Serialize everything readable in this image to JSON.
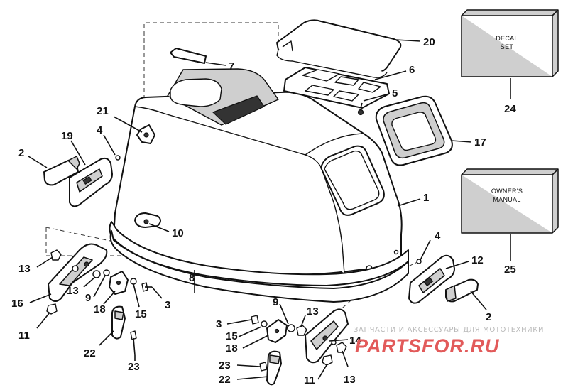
{
  "callouts": {
    "c20": "20",
    "c7": "7",
    "c6": "6",
    "c5": "5",
    "c24": "24",
    "c21": "21",
    "c4a": "4",
    "c19": "19",
    "c2a": "2",
    "c17": "17",
    "c1": "1",
    "c25": "25",
    "c10": "10",
    "c4b": "4",
    "c12": "12",
    "c2b": "2",
    "c13a": "13",
    "c16": "16",
    "c13b": "13",
    "c9a": "9",
    "c18a": "18",
    "c15a": "15",
    "c3a": "3",
    "c8": "8",
    "c11a": "11",
    "c22a": "22",
    "c23a": "23",
    "c9b": "9",
    "c13c": "13",
    "c3b": "3",
    "c15b": "15",
    "c18b": "18",
    "c14": "14",
    "c23b": "23",
    "c22b": "22",
    "c11b": "11",
    "c13d": "13"
  },
  "boxes": {
    "decal_line1": "DECAL",
    "decal_line2": "SET",
    "manual_line1": "OWNER'S",
    "manual_line2": "MANUAL"
  },
  "watermark": {
    "tagline": "ЗАПЧАСТИ И АКСЕССУАРЫ ДЛЯ МОТОТЕХНИКИ",
    "logo": "PARTSFOR.RU",
    "logo_color": "#e25a5a"
  }
}
